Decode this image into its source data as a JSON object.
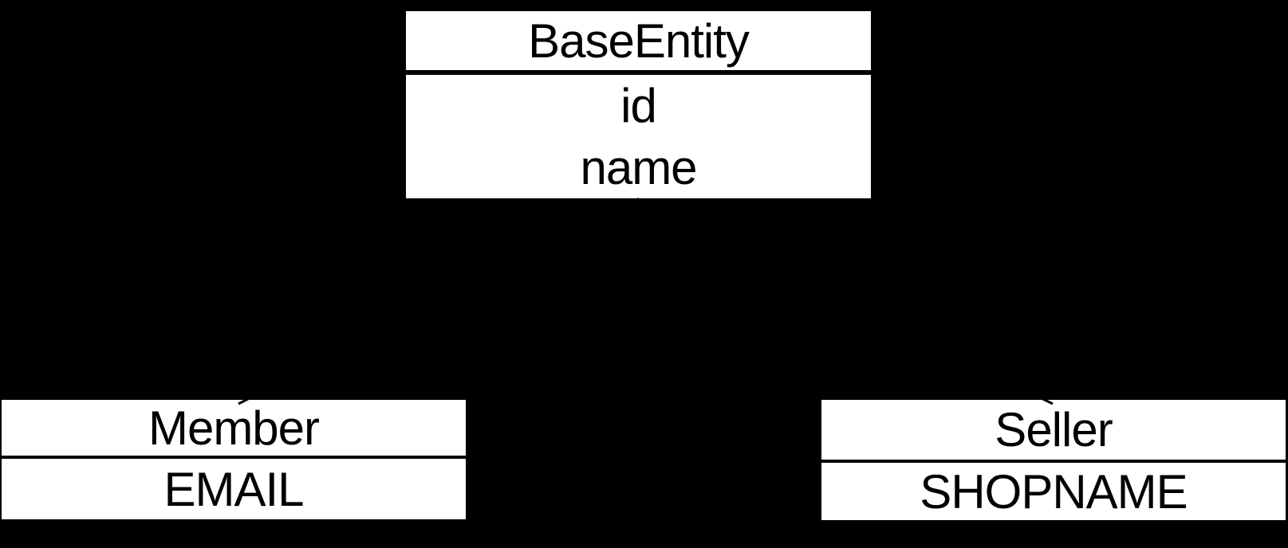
{
  "diagram": {
    "type": "uml-class-diagram",
    "colors": {
      "background": "#000000",
      "node_fill": "#ffffff",
      "line": "#000000",
      "text": "#000000"
    },
    "classes": [
      {
        "name": "BaseEntity",
        "attributes": [
          "id",
          "name"
        ]
      },
      {
        "name": "Member",
        "attributes": [
          "EMAIL"
        ]
      },
      {
        "name": "Seller",
        "attributes": [
          "SHOPNAME"
        ]
      }
    ],
    "relationships": [
      {
        "from": "Member",
        "to": "BaseEntity",
        "type": "inheritance"
      },
      {
        "from": "Seller",
        "to": "BaseEntity",
        "type": "inheritance"
      }
    ]
  }
}
